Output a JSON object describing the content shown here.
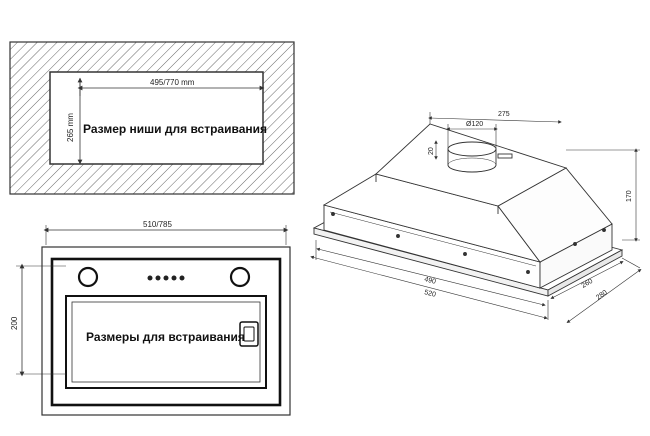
{
  "niche": {
    "width_label": "495/770 mm",
    "height_label": "265 mm",
    "caption": "Размер ниши для встраивания"
  },
  "front": {
    "width_label": "510/785",
    "height_label": "200",
    "caption": "Размеры для встраивания"
  },
  "iso": {
    "top_width": "275",
    "duct": "Ø120",
    "duct_height": "20",
    "height": "170",
    "inner_length": "490",
    "outer_length": "520",
    "inner_depth": "260",
    "outer_depth": "280"
  }
}
